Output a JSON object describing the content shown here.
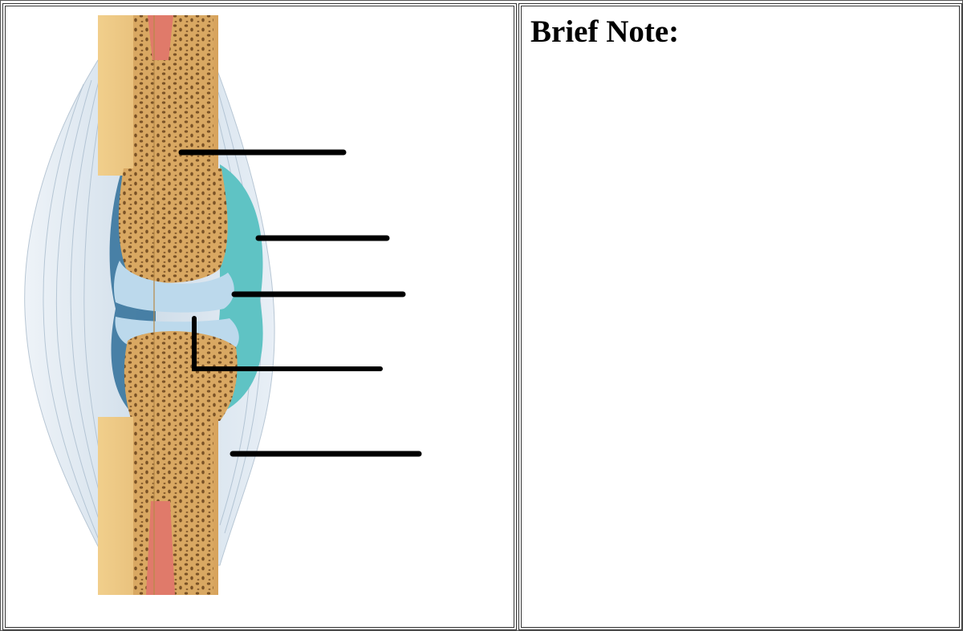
{
  "note": {
    "title": "Brief Note:"
  },
  "diagram": {
    "subject": "synovial-joint",
    "blank_label_lines": 5
  },
  "colors": {
    "bone": "#dcae6a",
    "spongy_bone_dots": "#6e4a24",
    "marrow": "#e07a6a",
    "cartilage": "#bcd9ec",
    "synovial_fluid": "#5fc3c4",
    "capsule": "#d6e2ec",
    "leader_line": "#000000"
  }
}
